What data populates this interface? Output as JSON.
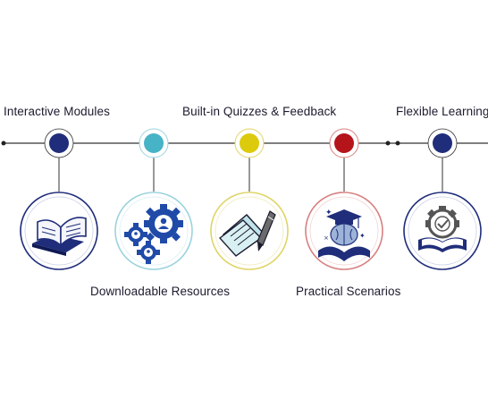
{
  "labels": {
    "interactive_modules": "Interactive Modules",
    "quizzes_feedback": "Built-in Quizzes & Feedback",
    "flexible_learning": "Flexible Learning",
    "downloadable_resources": "Downloadable Resources",
    "practical_scenarios": "Practical Scenarios"
  },
  "nodes": [
    {
      "id": "interactive-modules",
      "color": "#1f2d7a",
      "icon": "open-book-stack-icon"
    },
    {
      "id": "downloadable-resources",
      "color": "#47b3c7",
      "icon": "gears-people-icon"
    },
    {
      "id": "quizzes-feedback",
      "color": "#dccb0c",
      "icon": "paper-pencil-icon"
    },
    {
      "id": "practical-scenarios",
      "color": "#b5141b",
      "icon": "brain-graduation-cap-icon"
    },
    {
      "id": "flexible-learning",
      "color": "#1f2d7a",
      "icon": "gear-checkmark-book-icon"
    }
  ],
  "colors": {
    "line": "#333333",
    "navy": "#1f2d7a",
    "teal": "#47b3c7",
    "yellow": "#dccb0c",
    "red": "#b5141b",
    "text": "#1b1b2f"
  }
}
